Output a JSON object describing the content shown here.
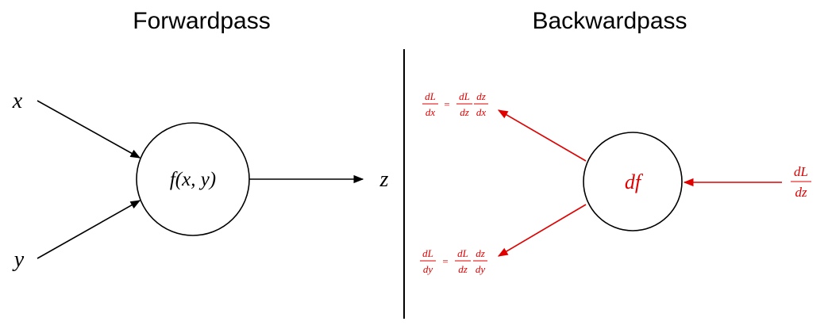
{
  "forward": {
    "title": "Forwardpass",
    "input_x": "x",
    "input_y": "y",
    "node_label": "f(x, y)",
    "output_z": "z"
  },
  "backward": {
    "title": "Backwardpass",
    "node_label": "df",
    "upstream_grad": {
      "num": "dL",
      "den": "dz"
    },
    "grad_x": {
      "lhs": {
        "num": "dL",
        "den": "dx"
      },
      "eq": "=",
      "rhs1": {
        "num": "dL",
        "den": "dz"
      },
      "rhs2": {
        "num": "dz",
        "den": "dx"
      }
    },
    "grad_y": {
      "lhs": {
        "num": "dL",
        "den": "dy"
      },
      "eq": "=",
      "rhs1": {
        "num": "dL",
        "den": "dz"
      },
      "rhs2": {
        "num": "dz",
        "den": "dy"
      }
    }
  },
  "colors": {
    "forward": "#000000",
    "backward": "#e00000"
  }
}
